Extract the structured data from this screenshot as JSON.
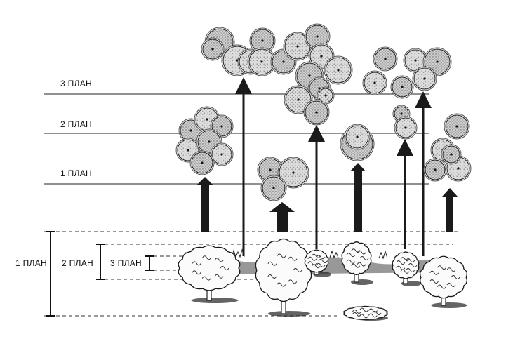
{
  "upper_levels": {
    "plan3": "3 ПЛАН",
    "plan2": "2 ПЛАН",
    "plan1": "1 ПЛАН"
  },
  "lower_levels": {
    "plan1": "1 ПЛАН",
    "plan2": "2 ПЛАН",
    "plan3": "3 ПЛАН"
  },
  "colors": {
    "ink": "#1a1a1a",
    "crown_fill": "#d9d9d9",
    "crown_dots": "#8a8a8a",
    "background": "#ffffff"
  }
}
